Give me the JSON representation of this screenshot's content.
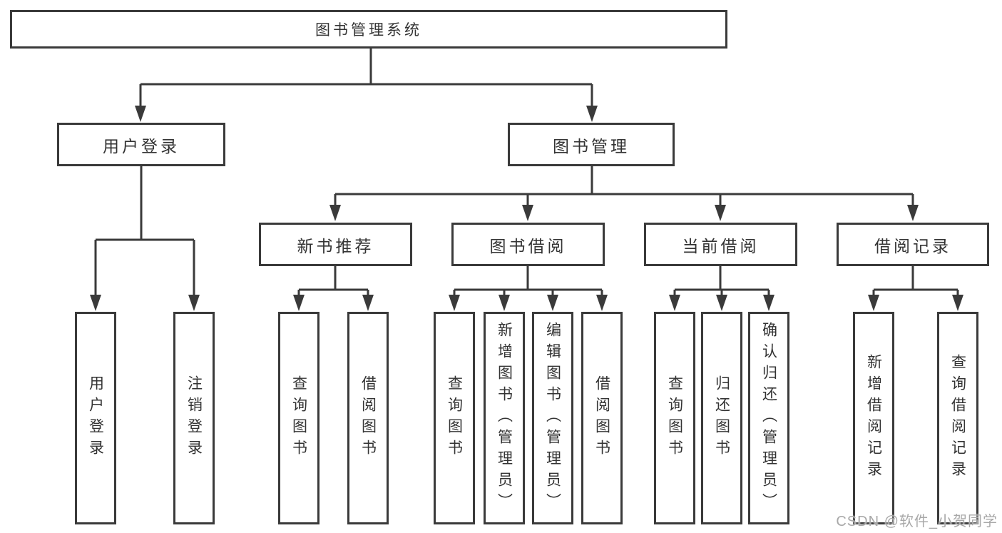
{
  "tree": {
    "label": "图书管理系统",
    "children": [
      {
        "label": "用户登录",
        "children": [
          {
            "label": "用户登录"
          },
          {
            "label": "注销登录"
          }
        ]
      },
      {
        "label": "图书管理",
        "children": [
          {
            "label": "新书推荐",
            "children": [
              {
                "label": "查询图书"
              },
              {
                "label": "借阅图书"
              }
            ]
          },
          {
            "label": "图书借阅",
            "children": [
              {
                "label": "查询图书"
              },
              {
                "label": "新增图书（管理员）"
              },
              {
                "label": "编辑图书（管理员）"
              },
              {
                "label": "借阅图书"
              }
            ]
          },
          {
            "label": "当前借阅",
            "children": [
              {
                "label": "查询图书"
              },
              {
                "label": "归还图书"
              },
              {
                "label": "确认归还（管理员）"
              }
            ]
          },
          {
            "label": "借阅记录",
            "children": [
              {
                "label": "新增借阅记录"
              },
              {
                "label": "查询借阅记录"
              }
            ]
          }
        ]
      }
    ]
  },
  "watermark": {
    "text": "CSDN @软件_小贺同学"
  },
  "colors": {
    "line": "#3a3a3a",
    "text": "#333333",
    "background": "#ffffff",
    "watermark": "#a8a8a8"
  }
}
